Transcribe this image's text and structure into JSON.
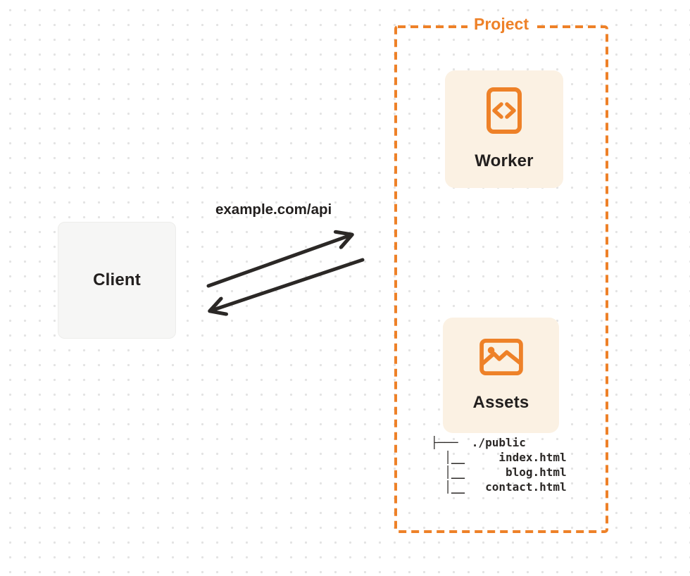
{
  "colors": {
    "accent": "#EE8128",
    "card_bg": "#FBF1E3",
    "ink": "#221F1E",
    "client_bg": "#F6F6F5",
    "dot": "#E3E3E3"
  },
  "client": {
    "label": "Client"
  },
  "request": {
    "label": "example.com/api"
  },
  "project": {
    "label": "Project",
    "worker": {
      "label": "Worker",
      "icon": "code-document-icon"
    },
    "assets": {
      "label": "Assets",
      "icon": "image-icon"
    },
    "file_tree": {
      "lines": [
        "├───  ./public",
        "  │__     index.html",
        "  │__      blog.html",
        "  │__   contact.html"
      ]
    }
  }
}
